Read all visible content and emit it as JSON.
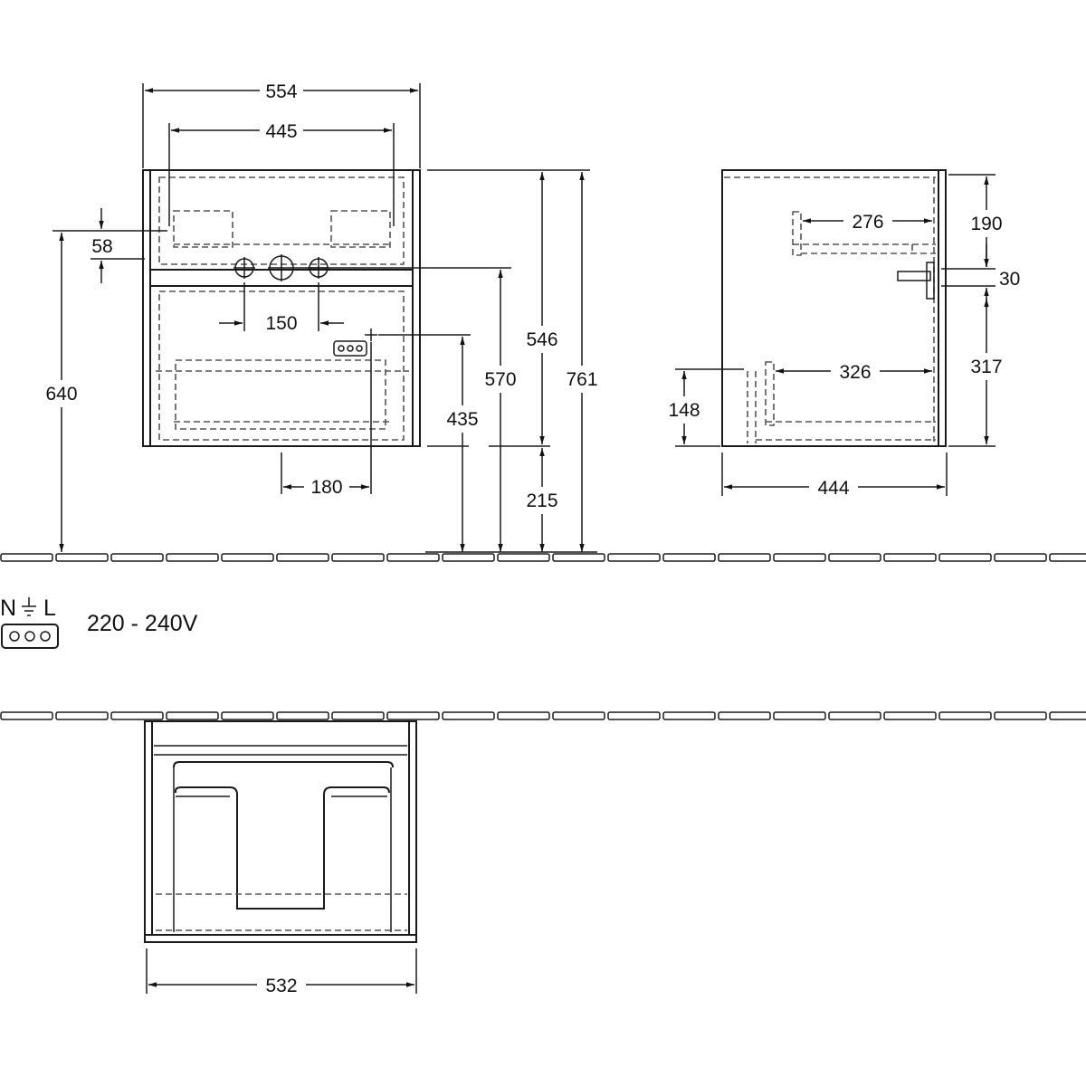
{
  "front_view": {
    "width_outer": "554",
    "width_inner": "445",
    "offset_58": "58",
    "height_640": "640",
    "spacing_150": "150",
    "offset_180": "180",
    "height_435": "435",
    "height_570": "570",
    "height_546": "546",
    "height_761": "761",
    "height_215": "215"
  },
  "side_view": {
    "depth_276": "276",
    "height_190": "190",
    "height_30": "30",
    "depth_326": "326",
    "height_317": "317",
    "height_148": "148",
    "depth_444": "444"
  },
  "electrical": {
    "symbol_n": "N",
    "symbol_l": "L",
    "voltage": "220 - 240V"
  },
  "top_view": {
    "width_532": "532"
  }
}
